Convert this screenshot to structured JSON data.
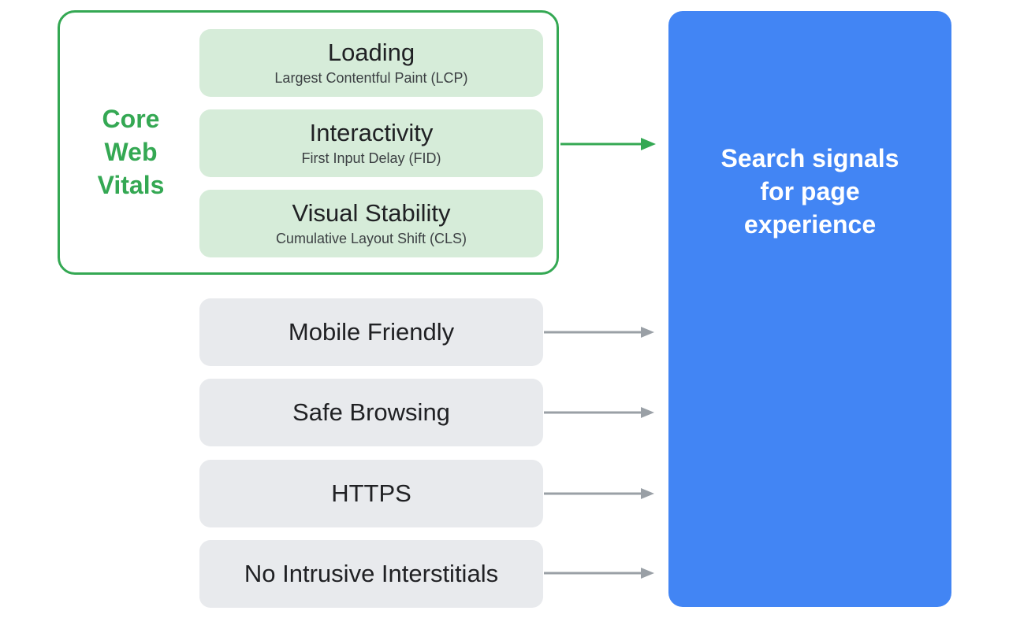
{
  "core_web_vitals": {
    "label_lines": [
      "Core",
      "Web",
      "Vitals"
    ],
    "metrics": [
      {
        "title": "Loading",
        "subtitle": "Largest Contentful Paint (LCP)"
      },
      {
        "title": "Interactivity",
        "subtitle": "First Input Delay (FID)"
      },
      {
        "title": "Visual Stability",
        "subtitle": "Cumulative Layout Shift (CLS)"
      }
    ]
  },
  "other_signals": [
    {
      "label": "Mobile Friendly"
    },
    {
      "label": "Safe Browsing"
    },
    {
      "label": "HTTPS"
    },
    {
      "label": "No Intrusive Interstitials"
    }
  ],
  "target": {
    "lines": [
      "Search signals",
      "for page",
      "experience"
    ]
  },
  "colors": {
    "green": "#34a853",
    "green_fill": "#d6ecd9",
    "gray_fill": "#e8eaed",
    "blue": "#4285f4",
    "arrow_gray": "#9aa0a6"
  }
}
